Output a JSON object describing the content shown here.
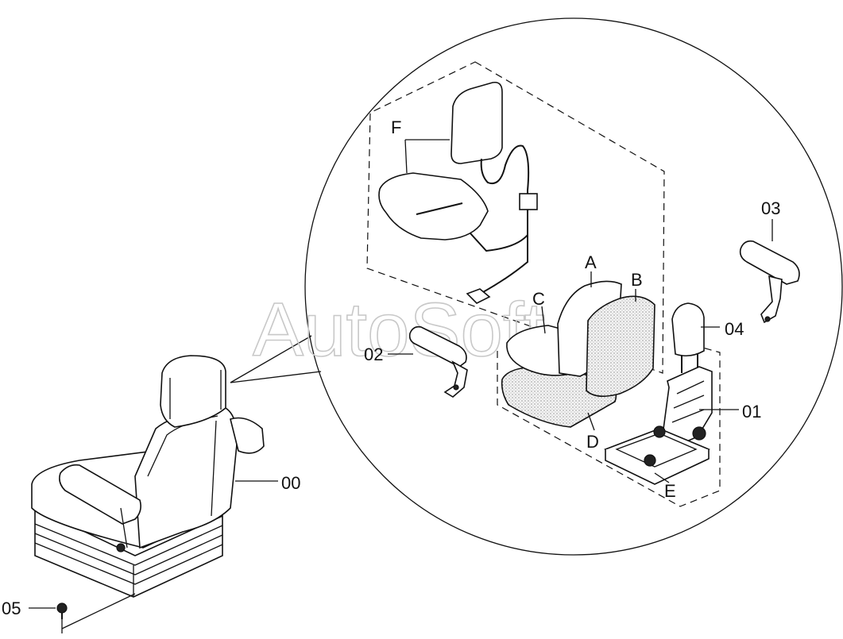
{
  "watermark": "AutoSoft",
  "callouts": {
    "c00": "00",
    "c01": "01",
    "c02": "02",
    "c03": "03",
    "c04": "04",
    "c05": "05"
  },
  "letters": {
    "A": "A",
    "B": "B",
    "C": "C",
    "D": "D",
    "E": "E",
    "F": "F"
  }
}
